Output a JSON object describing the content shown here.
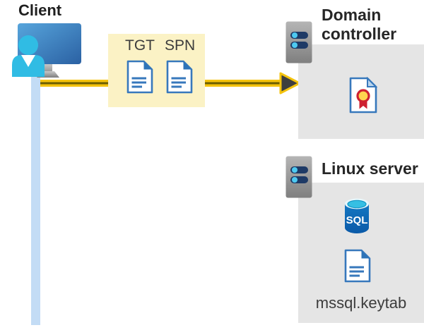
{
  "client": {
    "label": "Client"
  },
  "tokens": {
    "tgt": "TGT",
    "spn": "SPN"
  },
  "domain_controller": {
    "title": "Domain controller"
  },
  "linux_server": {
    "title": "Linux server",
    "sql_badge": "SQL",
    "keytab": "mssql.keytab"
  },
  "colors": {
    "token_box_bg": "#fbf2c5",
    "server_box_bg": "#e5e5e5",
    "client_line_blue": "#c3dcf5",
    "arrow_gold": "#f4c30d",
    "arrow_core": "#6b5e00",
    "arrow_head": "#3e3e3e",
    "document_blue": "#3778bc",
    "document_fold_blue": "#2e74b8",
    "server_pill_navy": "#1e3a66",
    "server_dot_cyan": "#4ec9f0",
    "monitor_blue": "#3d83c0",
    "person_cyan": "#30bce4",
    "sql_body_blue": "#1173be",
    "sql_top_cyan": "#36bfe3",
    "ribbon_yellow": "#ffd44f",
    "ribbon_red": "#ce2030",
    "title_text": "#262626",
    "label_text": "#3c3c3c"
  }
}
